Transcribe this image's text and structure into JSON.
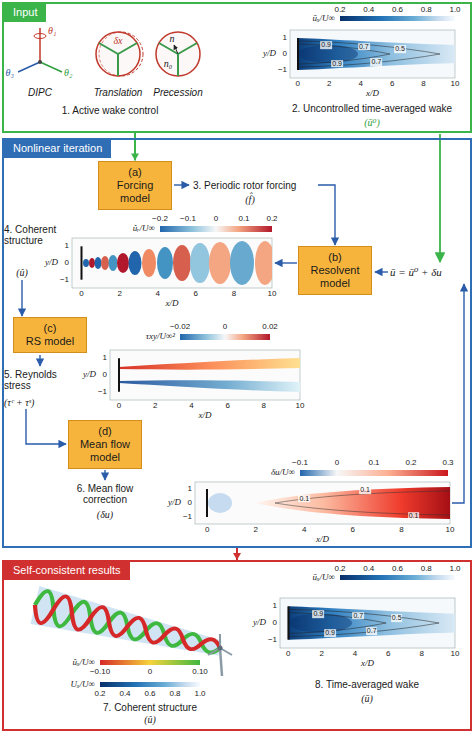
{
  "diagram": {
    "nodes": [
      {
        "text": [
          "Input"
        ]
      },
      {
        "text": [
          "Nonlinear iteration"
        ]
      },
      {
        "text": [
          "(a)",
          "Forcing model"
        ],
        "in": 1
      },
      {
        "text": [
          "(b)",
          "Resolvent model"
        ],
        "in": 1
      },
      {
        "text": [
          "(c)",
          "RS model"
        ],
        "in": 1
      },
      {
        "text": [
          "(d)",
          "Mean flow model"
        ],
        "in": 1
      },
      {
        "text": [
          "Self-consistent results"
        ]
      }
    ],
    "edges": [
      {
        "from": 0,
        "to": 2,
        "arrow": "to"
      },
      {
        "from": 1,
        "to": 6,
        "arrow": "to"
      }
    ],
    "labels": [
      "θ₁",
      "θ₂",
      "θ₃",
      "δx",
      "n",
      "n₀",
      "DIPC",
      "Translation",
      "Precession",
      "1. Active wake control",
      "ūₓ/U∞",
      "0.2",
      "0.4",
      "0.6",
      "0.8",
      "1.0",
      "y/D",
      "1",
      "0",
      "−1",
      "0",
      "2",
      "4",
      "6",
      "8",
      "10",
      "x/D",
      "0.9",
      "0.7",
      "0.5",
      "0.9",
      "0.7",
      "2. Uncontrolled time-averaged wake",
      "(ū⁰)",
      "3. Periodic rotor forcing",
      "(f̂)",
      "ûᵣ/U∞",
      "−0.2",
      "−0.1",
      "0",
      "0.1",
      "0.2",
      "y/D",
      "1",
      "0",
      "−1",
      "0",
      "2",
      "4",
      "6",
      "8",
      "10",
      "x/D",
      "4. Coherent structure",
      "(û)",
      "ū = ū⁰ + δu",
      "τxy/U∞²",
      "−0.02",
      "0",
      "0.02",
      "y/D",
      "1",
      "0",
      "−1",
      "0",
      "2",
      "4",
      "6",
      "8",
      "10",
      "x/D",
      "5. Reynolds stress",
      "(τᶜ + τˢ)",
      "δu/U∞",
      "−0.1",
      "0",
      "0.1",
      "0.2",
      "0.3",
      "y/D",
      "1",
      "0",
      "−1",
      "0",
      "2",
      "4",
      "6",
      "8",
      "10",
      "x/D",
      "0.1",
      "0.1",
      "0.1",
      "6. Mean flow correction",
      "(δu)",
      "ûₓ/U∞",
      "−0.10",
      "0",
      "0.10",
      "Uₓ/U∞",
      "0.2",
      "0.4",
      "0.6",
      "0.8",
      "1.0",
      "7. Coherent structure",
      "(û)",
      "ūₓ/U∞",
      "0.2",
      "0.4",
      "0.6",
      "0.8",
      "1.0",
      "y/D",
      "1",
      "0",
      "−1",
      "0",
      "2",
      "4",
      "6",
      "8",
      "10",
      "x/D",
      "0.9",
      "0.7",
      "0.5",
      "0.9",
      "0.7",
      "8. Time-averaged wake",
      "(ū)"
    ]
  }
}
